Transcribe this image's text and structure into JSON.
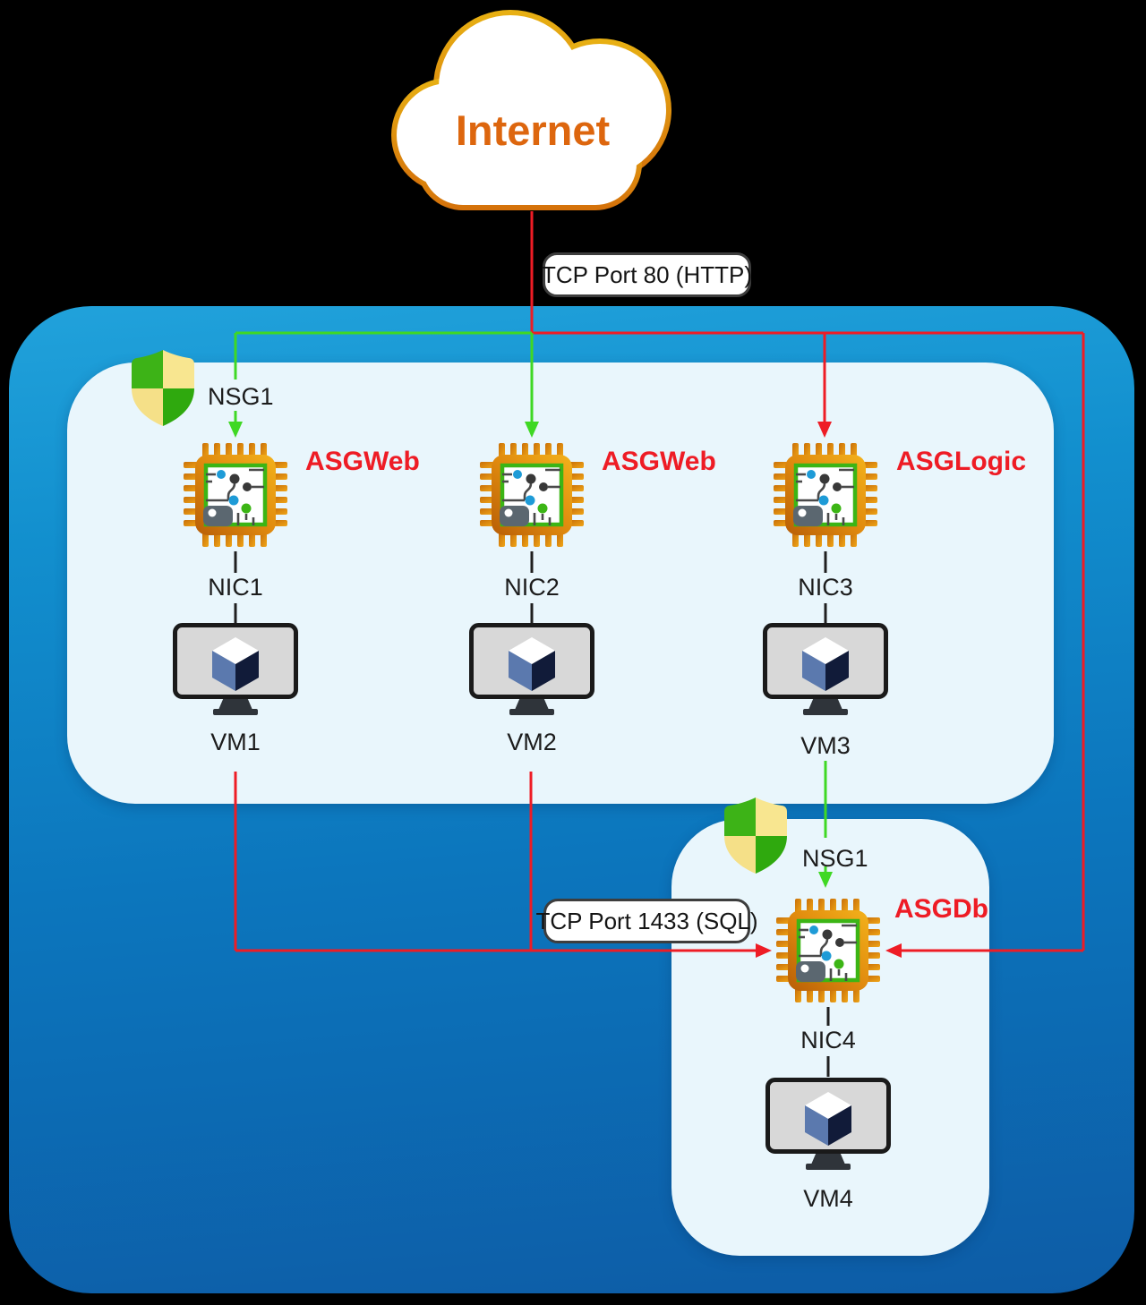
{
  "cloud": {
    "label": "Internet"
  },
  "traffic": {
    "http": "TCP Port 80 (HTTP)",
    "sql": "TCP Port 1433 (SQL)"
  },
  "nsg": {
    "top": {
      "label": "NSG1"
    },
    "bottom": {
      "label": "NSG1"
    }
  },
  "columns": [
    {
      "asg": "ASGWeb",
      "nic": "NIC1",
      "vm": "VM1"
    },
    {
      "asg": "ASGWeb",
      "nic": "NIC2",
      "vm": "VM2"
    },
    {
      "asg": "ASGLogic",
      "nic": "NIC3",
      "vm": "VM3"
    },
    {
      "asg": "ASGDb",
      "nic": "NIC4",
      "vm": "VM4"
    }
  ],
  "colors": {
    "allow_flow_green": "#3fd824",
    "deny_flow_red": "#ee1c25",
    "asg_label_red": "#ee1c25",
    "vnet_gradient_top": "#21a2db",
    "vnet_gradient_bottom": "#0d5ca6",
    "subnet_fill": "#e9f6fc",
    "cloud_border_top": "#e8b113",
    "cloud_border_bottom": "#d4700a",
    "internet_text": "#dd660e",
    "shield_green": "#3db317",
    "shield_yellow": "#f8e690",
    "chip_orange": "#e08a0e",
    "chip_inner_green": "#3cb515",
    "monitor_screen": "#d8d8d8",
    "cube_left": "#5b79ae",
    "cube_right": "#111b39",
    "background": "#000000"
  }
}
